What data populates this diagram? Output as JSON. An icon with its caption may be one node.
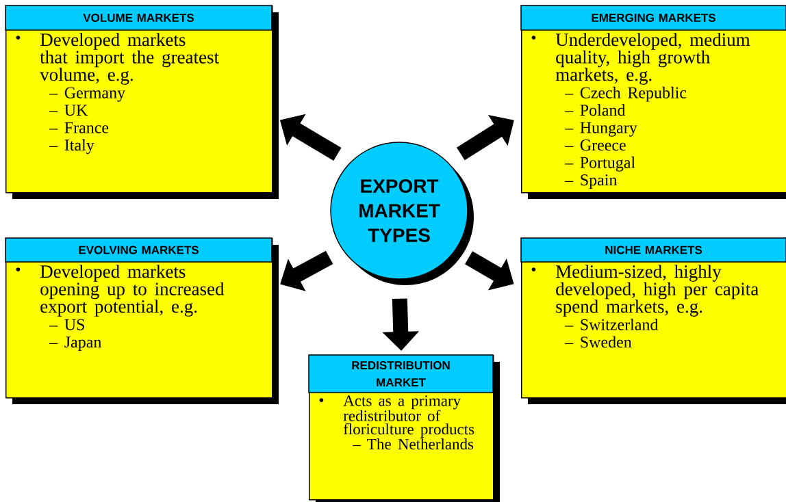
{
  "diagram": {
    "nodes": [
      {
        "text": [
          "EXPORT MARKET TYPES"
        ]
      },
      {
        "text": [
          "VOLUME MARKETS",
          "•",
          "Developed markets that import the greatest volume, e.g.",
          "– Germany",
          "– UK",
          "– France",
          "– Italy"
        ]
      },
      {
        "text": [
          "EMERGING MARKETS",
          "•",
          "Underdeveloped, medium quality, high growth markets, e.g.",
          "– Czech Republic",
          "– Poland",
          "– Hungary",
          "– Greece",
          "– Portugal",
          "– Spain"
        ]
      },
      {
        "text": [
          "EVOLVING MARKETS",
          "•",
          "Developed markets opening up to increased export potential, e.g.",
          "– US",
          "– Japan"
        ]
      },
      {
        "text": [
          "NICHE MARKETS",
          "•",
          "Medium-sized, highly developed, high per capita spend markets, e.g.",
          "– Switzerland",
          "– Sweden"
        ]
      },
      {
        "text": [
          "REDISTRIBUTION MARKET",
          "•",
          "Acts as a primary redistributor of floriculture products",
          "– The Netherlands"
        ]
      }
    ],
    "edges": [
      {
        "from": 0,
        "to": 1,
        "arrow": "to"
      },
      {
        "from": 0,
        "to": 2,
        "arrow": "to"
      },
      {
        "from": 0,
        "to": 3,
        "arrow": "to"
      },
      {
        "from": 0,
        "to": 4,
        "arrow": "to"
      },
      {
        "from": 0,
        "to": 5,
        "arrow": "to"
      }
    ]
  }
}
